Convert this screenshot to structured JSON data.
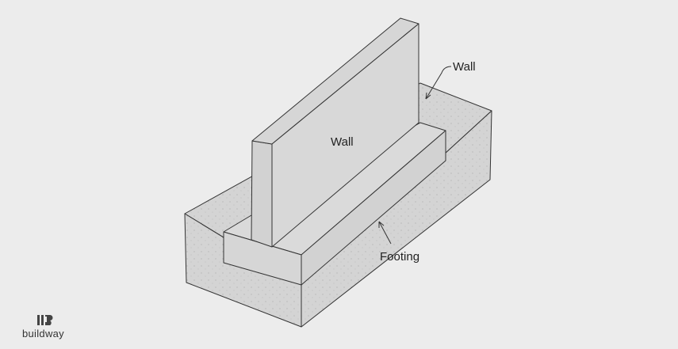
{
  "diagram": {
    "labels": {
      "wall_on_face": "Wall",
      "wall_callout": "Wall",
      "footing_callout": "Footing"
    },
    "colors": {
      "background": "#ececec",
      "soil": "#d6d6d6",
      "concrete": "#d9d9d9",
      "outline": "#333333"
    }
  },
  "watermark": {
    "brand": "buildway"
  }
}
